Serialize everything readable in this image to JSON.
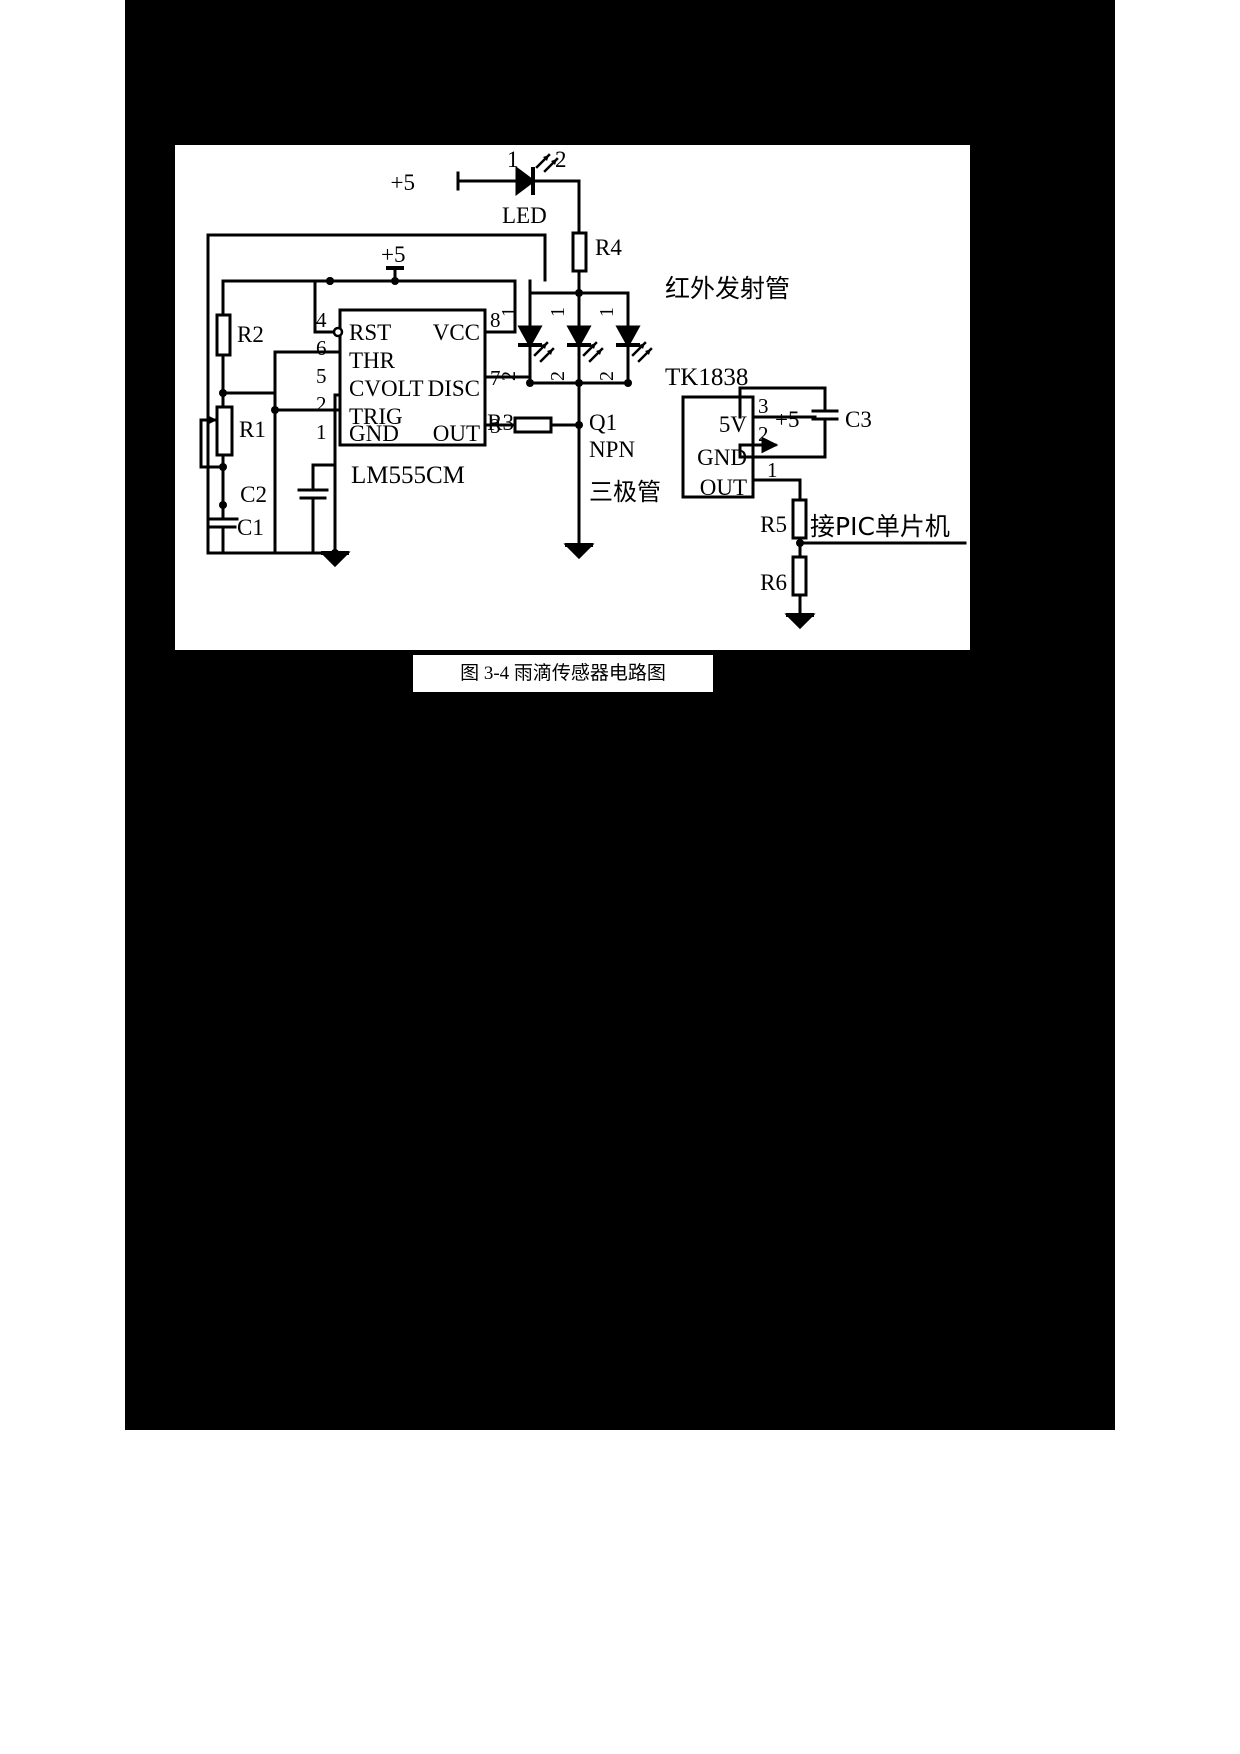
{
  "document": {
    "page_background": "#000000",
    "figure_background": "#ffffff",
    "caption": "图 3-4 雨滴传感器电路图"
  },
  "figure": {
    "title": "雨滴传感器电路图",
    "type": "schematic-circuit-diagram",
    "ic_main": {
      "name": "LM555CM",
      "pins_left": [
        {
          "number": "4",
          "label": "RST"
        },
        {
          "number": "6",
          "label": "THR"
        },
        {
          "number": "5",
          "label": "CVOLT"
        },
        {
          "number": "2",
          "label": "TRIG"
        },
        {
          "number": "1",
          "label": "GND"
        }
      ],
      "pins_right": [
        {
          "number": "8",
          "label": "VCC"
        },
        {
          "number": "7",
          "label": "DISC"
        },
        {
          "number": "3",
          "label": "OUT"
        }
      ]
    },
    "ic_receiver": {
      "name": "TK1838",
      "pins": [
        {
          "number": "3",
          "label": "5V"
        },
        {
          "number": "2",
          "label": "GND"
        },
        {
          "number": "1",
          "label": "OUT"
        }
      ]
    },
    "components": [
      {
        "ref": "R1",
        "type": "potentiometer"
      },
      {
        "ref": "R2",
        "type": "resistor"
      },
      {
        "ref": "R3",
        "type": "resistor"
      },
      {
        "ref": "R4",
        "type": "resistor"
      },
      {
        "ref": "R5",
        "type": "resistor"
      },
      {
        "ref": "R6",
        "type": "resistor"
      },
      {
        "ref": "C1",
        "type": "capacitor"
      },
      {
        "ref": "C2",
        "type": "capacitor"
      },
      {
        "ref": "C3",
        "type": "capacitor"
      },
      {
        "ref": "LED",
        "type": "led"
      },
      {
        "ref": "Q1",
        "type": "transistor"
      }
    ],
    "labels": {
      "supply_top": "+5",
      "supply_ic": "+5",
      "supply_c3": "+5",
      "led": "LED",
      "led_pin1": "1",
      "led_pin2": "2",
      "r2": "R2",
      "r1": "R1",
      "r3": "R3",
      "r4": "R4",
      "r5": "R5",
      "r6": "R6",
      "c1": "C1",
      "c2": "C2",
      "c3": "C3",
      "ic_name": "LM555CM",
      "ir_emitter_cn": "红外发射管",
      "receiver_name": "TK1838",
      "q1": "Q1",
      "npn": "NPN",
      "transistor_cn": "三极管",
      "pic_cn": "接PIC单片机",
      "ir_pin_top_1": "1",
      "ir_pin_top_2": "1",
      "ir_pin_top_3": "1",
      "ir_pin_bot_1": "2",
      "ir_pin_bot_2": "2",
      "ir_pin_bot_3": "2"
    }
  }
}
